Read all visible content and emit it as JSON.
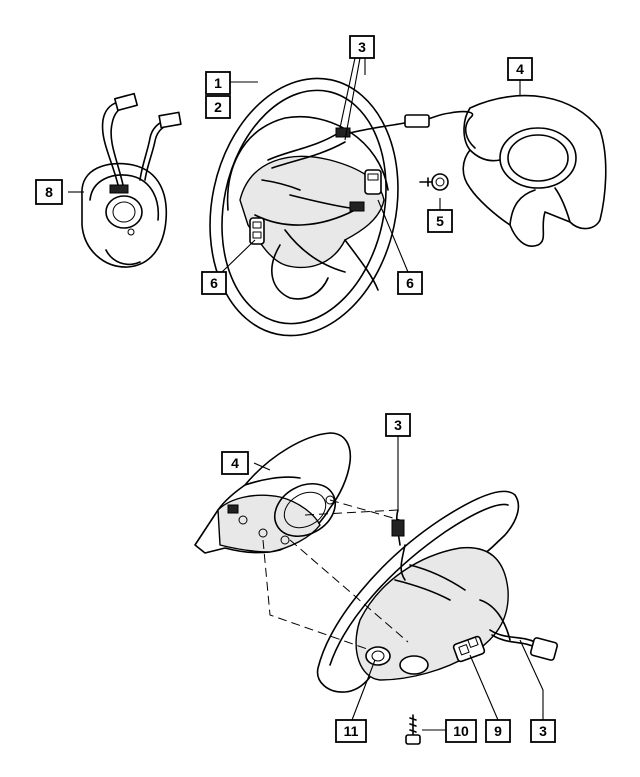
{
  "callouts": {
    "c1": "1",
    "c2": "2",
    "c3a": "3",
    "c4a": "4",
    "c5": "5",
    "c6a": "6",
    "c6b": "6",
    "c8": "8",
    "c3b": "3",
    "c4b": "4",
    "c11": "11",
    "c10": "10",
    "c9": "9",
    "c3c": "3"
  }
}
